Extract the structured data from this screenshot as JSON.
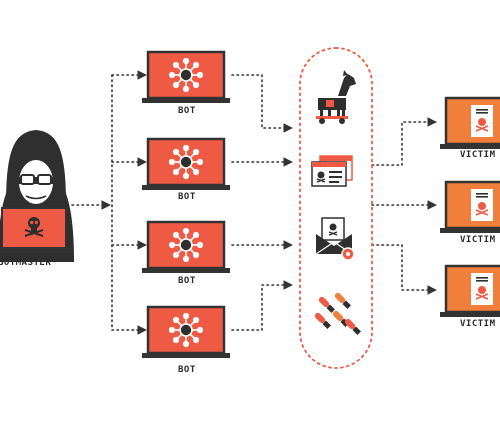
{
  "colors": {
    "accent_red": "#ef5a45",
    "accent_orange": "#f07f3c",
    "dark": "#2f2f2f",
    "frame": "#333333",
    "dotted": "#333333"
  },
  "labels": {
    "botmaster": "BOTMASTER",
    "bots": [
      "BOT",
      "BOT",
      "BOT",
      "BOT"
    ],
    "victims": [
      "VICTIM",
      "VICTIM",
      "VICTIM"
    ]
  },
  "icons": {
    "botmaster": "hooded-hacker-icon",
    "bot_screen": "botnet-node-icon",
    "attack_vectors": [
      "trojan-horse-icon",
      "malicious-document-icon",
      "phishing-email-icon",
      "malware-bug-icon"
    ],
    "victim_screen": "infected-document-icon"
  }
}
